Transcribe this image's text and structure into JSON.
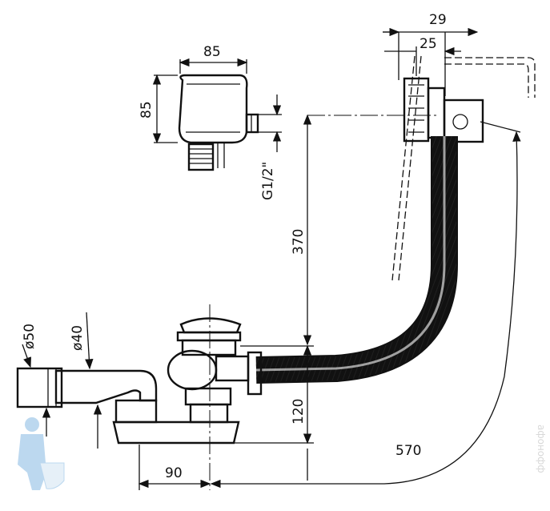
{
  "drawing": {
    "dimensions": {
      "overflow_width": "85",
      "overflow_height": "85",
      "thread": "G1/2\"",
      "inlet_offset_outer": "29",
      "inlet_offset_inner": "25",
      "vertical_length": "370",
      "outlet_diameter_large": "ø50",
      "outlet_diameter_small": "ø40",
      "waste_height": "120",
      "horizontal_length": "570",
      "siphon_offset": "90"
    },
    "watermark": "афонофф"
  }
}
